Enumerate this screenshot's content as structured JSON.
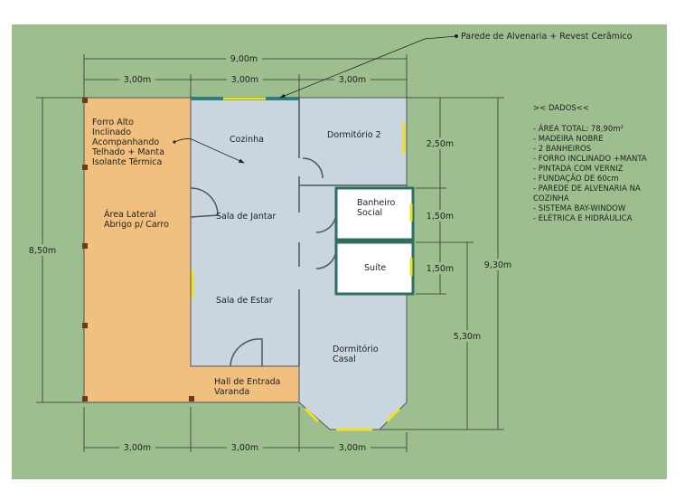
{
  "colors": {
    "background": "#9dbf8f",
    "orange": "#f1c07e",
    "blue": "#c9d6e0",
    "wall": "#2f6f5f",
    "window": "#f0e020",
    "pillar": "#6b3a1e"
  },
  "annotation_wall": "Parede de Alvenaria + Revest Cerâmico",
  "annotation_roof": [
    "Forro Alto",
    "Inclinado",
    "Acompanhando",
    "Telhado + Manta",
    "Isolante Térmica"
  ],
  "rooms": {
    "area_lateral": [
      "Área Lateral",
      "Abrigo p/ Carro"
    ],
    "cozinha": "Cozinha",
    "sala_jantar": "Sala de Jantar",
    "sala_estar": "Sala de Estar",
    "hall": [
      "Hall de Entrada",
      "Varanda"
    ],
    "dormitorio2": "Dormitório 2",
    "banheiro": [
      "Banheiro",
      "Social"
    ],
    "suite": "Suíte",
    "dormitorio_casal": [
      "Dormitório",
      "Casal"
    ]
  },
  "dimensions": {
    "total_width": "9,00m",
    "top_segments": [
      "3,00m",
      "3,00m",
      "3,00m"
    ],
    "bottom_segments": [
      "3,00m",
      "3,00m",
      "3,00m"
    ],
    "left_height": "8,50m",
    "right_a": "2,50m",
    "right_b": "1,50m",
    "right_c": "1,50m",
    "right_d": "5,30m",
    "right_total": "9,30m"
  },
  "notes": {
    "title": ">< DADOS<<",
    "items": [
      "- ÁREA TOTAL: 78,90m²",
      "- MADEIRA NOBRE",
      "- 2 BANHEIROS",
      "- FORRO INCLINADO +MANTA",
      "- PINTADA COM VERNIZ",
      "- FUNDAÇÃO DE 60cm",
      "- PAREDE DE ALVENARIA NA",
      "COZINHA",
      "- SISTEMA BAY-WINDOW",
      "- ELÉTRICA E HIDRÁULICA"
    ]
  }
}
